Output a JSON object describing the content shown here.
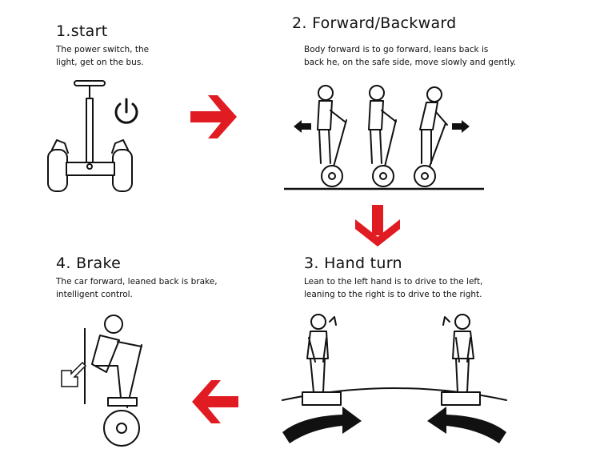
{
  "steps": [
    {
      "title": "1.start",
      "desc": [
        "The power switch, the",
        "light, get on the bus."
      ]
    },
    {
      "title": "2. Forward/Backward",
      "desc": [
        "Body forward is to go forward, leans back is",
        "back he, on the safe side, move slowly and gently."
      ]
    },
    {
      "title": "3. Hand turn",
      "desc": [
        "Lean to the left hand is to drive to the left,",
        "leaning to the right is to drive to the right."
      ]
    },
    {
      "title": "4. Brake",
      "desc": [
        "The car forward, leaned back is brake,",
        "intelligent control."
      ]
    }
  ],
  "colors": {
    "arrow": "#e11b22",
    "ink": "#111111",
    "background": "#ffffff"
  },
  "icons": [
    "power-icon",
    "arrow-right-icon",
    "arrow-down-icon",
    "arrow-left-icon"
  ]
}
